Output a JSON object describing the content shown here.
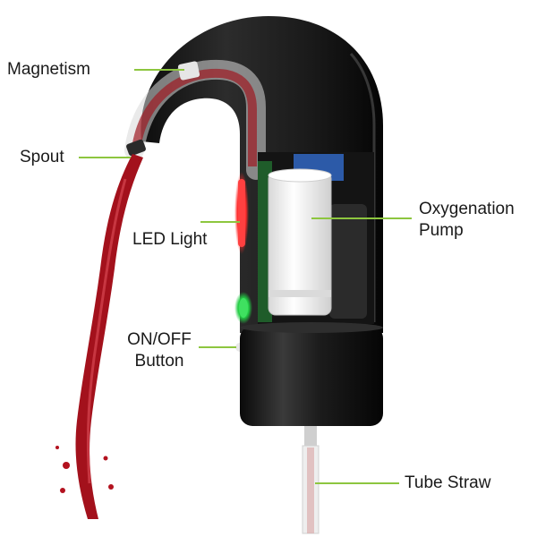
{
  "labels": {
    "magnetism": "Magnetism",
    "spout": "Spout",
    "led_light": "LED Light",
    "onoff_line1": "ON/OFF",
    "onoff_line2": "Button",
    "oxygenation_line1": "Oxygenation",
    "oxygenation_line2": "Pump",
    "tube_straw": "Tube Straw"
  },
  "colors": {
    "leader_line": "#8dc63f",
    "body_dark": "#1b1b1b",
    "wine": "#b3121f",
    "led_red": "#ff3b3b",
    "led_green": "#2bd24a",
    "pump_white": "#f1f1f1",
    "tube": "#d9d9d9"
  }
}
